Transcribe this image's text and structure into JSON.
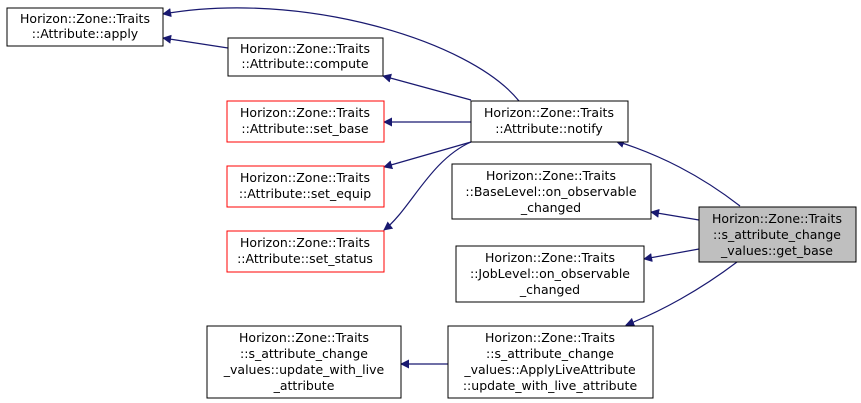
{
  "colors": {
    "edge": "#191970",
    "node_border_default": "#000000",
    "node_border_undocumented": "#ff0000",
    "node_fill_default": "#ffffff",
    "node_fill_focus": "#bfbfbf"
  },
  "nodes": [
    {
      "id": "apply",
      "lines": [
        "Horizon::Zone::Traits",
        "::Attribute::apply"
      ],
      "style": "default"
    },
    {
      "id": "compute",
      "lines": [
        "Horizon::Zone::Traits",
        "::Attribute::compute"
      ],
      "style": "default"
    },
    {
      "id": "set_base",
      "lines": [
        "Horizon::Zone::Traits",
        "::Attribute::set_base"
      ],
      "style": "undocumented"
    },
    {
      "id": "set_equip",
      "lines": [
        "Horizon::Zone::Traits",
        "::Attribute::set_equip"
      ],
      "style": "undocumented"
    },
    {
      "id": "set_status",
      "lines": [
        "Horizon::Zone::Traits",
        "::Attribute::set_status"
      ],
      "style": "undocumented"
    },
    {
      "id": "notify",
      "lines": [
        "Horizon::Zone::Traits",
        "::Attribute::notify"
      ],
      "style": "default"
    },
    {
      "id": "baselevel",
      "lines": [
        "Horizon::Zone::Traits",
        "::BaseLevel::on_observable",
        "_changed"
      ],
      "style": "default"
    },
    {
      "id": "joblevel",
      "lines": [
        "Horizon::Zone::Traits",
        "::JobLevel::on_observable",
        "_changed"
      ],
      "style": "default"
    },
    {
      "id": "update_live",
      "lines": [
        "Horizon::Zone::Traits",
        "::s_attribute_change",
        "_values::update_with_live",
        "_attribute"
      ],
      "style": "default"
    },
    {
      "id": "apply_live",
      "lines": [
        "Horizon::Zone::Traits",
        "::s_attribute_change",
        "_values::ApplyLiveAttribute",
        "::update_with_live_attribute"
      ],
      "style": "default"
    },
    {
      "id": "get_base",
      "lines": [
        "Horizon::Zone::Traits",
        "::s_attribute_change",
        "_values::get_base"
      ],
      "style": "focus"
    }
  ],
  "edges": [
    {
      "from": "compute",
      "to": "apply"
    },
    {
      "from": "notify",
      "to": "apply"
    },
    {
      "from": "notify",
      "to": "compute"
    },
    {
      "from": "notify",
      "to": "set_base"
    },
    {
      "from": "notify",
      "to": "set_equip"
    },
    {
      "from": "notify",
      "to": "set_status"
    },
    {
      "from": "get_base",
      "to": "notify"
    },
    {
      "from": "get_base",
      "to": "baselevel"
    },
    {
      "from": "get_base",
      "to": "joblevel"
    },
    {
      "from": "get_base",
      "to": "apply_live"
    },
    {
      "from": "apply_live",
      "to": "update_live"
    }
  ]
}
